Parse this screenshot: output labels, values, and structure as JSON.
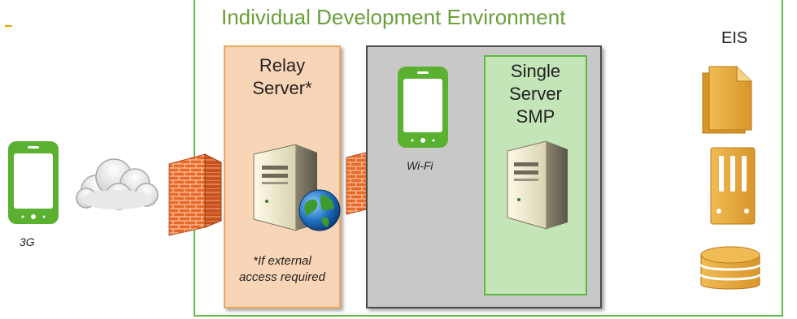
{
  "environment": {
    "title": "Individual Development Environment"
  },
  "client": {
    "network_label": "3G"
  },
  "relay": {
    "title_lines": [
      "Relay",
      "Server*"
    ],
    "note_lines": [
      "*If external",
      "access required"
    ]
  },
  "wifi": {
    "label": "Wi-Fi"
  },
  "smp": {
    "title_lines": [
      "Single",
      "Server",
      "SMP"
    ]
  },
  "eis": {
    "label": "EIS"
  },
  "colors": {
    "phone_green": "#5ab02f",
    "environment_border": "#5fb944",
    "relay_fill": "#f9d5b7",
    "gray_fill": "#c8c8c8",
    "smp_fill": "#c4e5b8",
    "eis_gold": "#e2a63b",
    "firewall": "#e86a2a"
  },
  "icons": [
    "phone-icon",
    "cloud-icon",
    "firewall-icon",
    "server-icon",
    "globe-icon",
    "documents-icon",
    "server-rack-icon",
    "database-icon"
  ]
}
